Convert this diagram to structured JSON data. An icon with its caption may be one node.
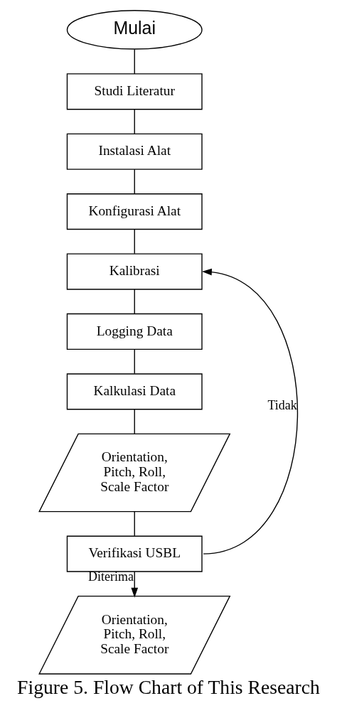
{
  "diagram": {
    "caption": "Figure 5. Flow Chart of This Research",
    "nodes": [
      {
        "text": [
          "Mulai"
        ]
      },
      {
        "text": [
          "Studi Literatur"
        ]
      },
      {
        "text": [
          "Instalasi Alat"
        ]
      },
      {
        "text": [
          "Konfigurasi Alat"
        ]
      },
      {
        "text": [
          "Kalibrasi"
        ]
      },
      {
        "text": [
          "Logging Data"
        ]
      },
      {
        "text": [
          "Kalkulasi Data"
        ]
      },
      {
        "text": [
          "Orientation, Pitch, Roll, Scale Factor"
        ]
      },
      {
        "text": [
          "Verifikasi USBL"
        ]
      },
      {
        "text": [
          "Orientation, Pitch, Roll, Scale Factor"
        ]
      }
    ],
    "edges": [
      {
        "from": 0,
        "to": 1,
        "arrow": "none"
      },
      {
        "from": 1,
        "to": 2,
        "arrow": "none"
      },
      {
        "from": 2,
        "to": 3,
        "arrow": "none"
      },
      {
        "from": 3,
        "to": 4,
        "arrow": "none"
      },
      {
        "from": 4,
        "to": 5,
        "arrow": "none"
      },
      {
        "from": 5,
        "to": 6,
        "arrow": "none"
      },
      {
        "from": 6,
        "to": 7,
        "arrow": "none"
      },
      {
        "from": 7,
        "to": 8,
        "arrow": "none"
      },
      {
        "from": 8,
        "to": 9,
        "arrow": "to",
        "label": "Diterima"
      },
      {
        "from": 8,
        "to": 4,
        "arrow": "to",
        "label": "Tidak"
      }
    ]
  }
}
